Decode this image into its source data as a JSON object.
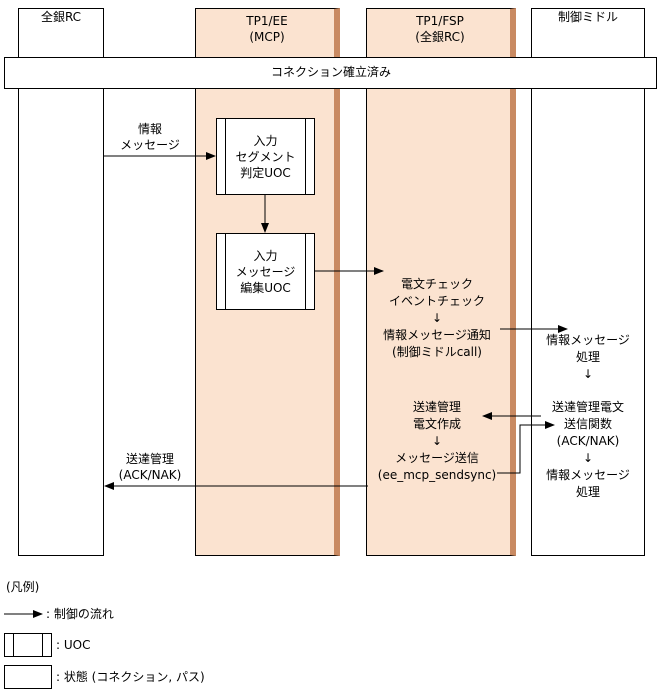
{
  "lanes": {
    "zengin_rc": "全銀RC",
    "tp1_ee": [
      "TP1/EE",
      "(MCP)"
    ],
    "tp1_fsp": [
      "TP1/FSP",
      "(全銀RC)"
    ],
    "control_middle": "制御ミドル"
  },
  "connection_bar": "コネクション確立済み",
  "messages": {
    "info_message": [
      "情報",
      "メッセージ"
    ],
    "delivery_ack": [
      "送達管理",
      "(ACK/NAK)"
    ]
  },
  "uoc": {
    "segment_judge": [
      "入力",
      "セグメント",
      "判定UOC"
    ],
    "message_edit": [
      "入力",
      "メッセージ",
      "編集UOC"
    ]
  },
  "fsp_process": {
    "checks": [
      "電文チェック",
      "イベントチェック",
      "↓",
      "情報メッセージ通知",
      "(制御ミドルcall)"
    ],
    "send": [
      "送達管理",
      "電文作成",
      "↓",
      "メッセージ送信",
      "(ee_mcp_sendsync)"
    ]
  },
  "middle_process": {
    "info_process": [
      "情報メッセージ",
      "処理",
      "↓"
    ],
    "delivery_func": [
      "送達管理電文",
      "送信関数",
      "(ACK/NAK)",
      "↓",
      "情報メッセージ",
      "処理"
    ]
  },
  "legend": {
    "title": "(凡例)",
    "flow": ": 制御の流れ",
    "uoc": ": UOC",
    "state": ": 状態 (コネクション, パス)"
  }
}
